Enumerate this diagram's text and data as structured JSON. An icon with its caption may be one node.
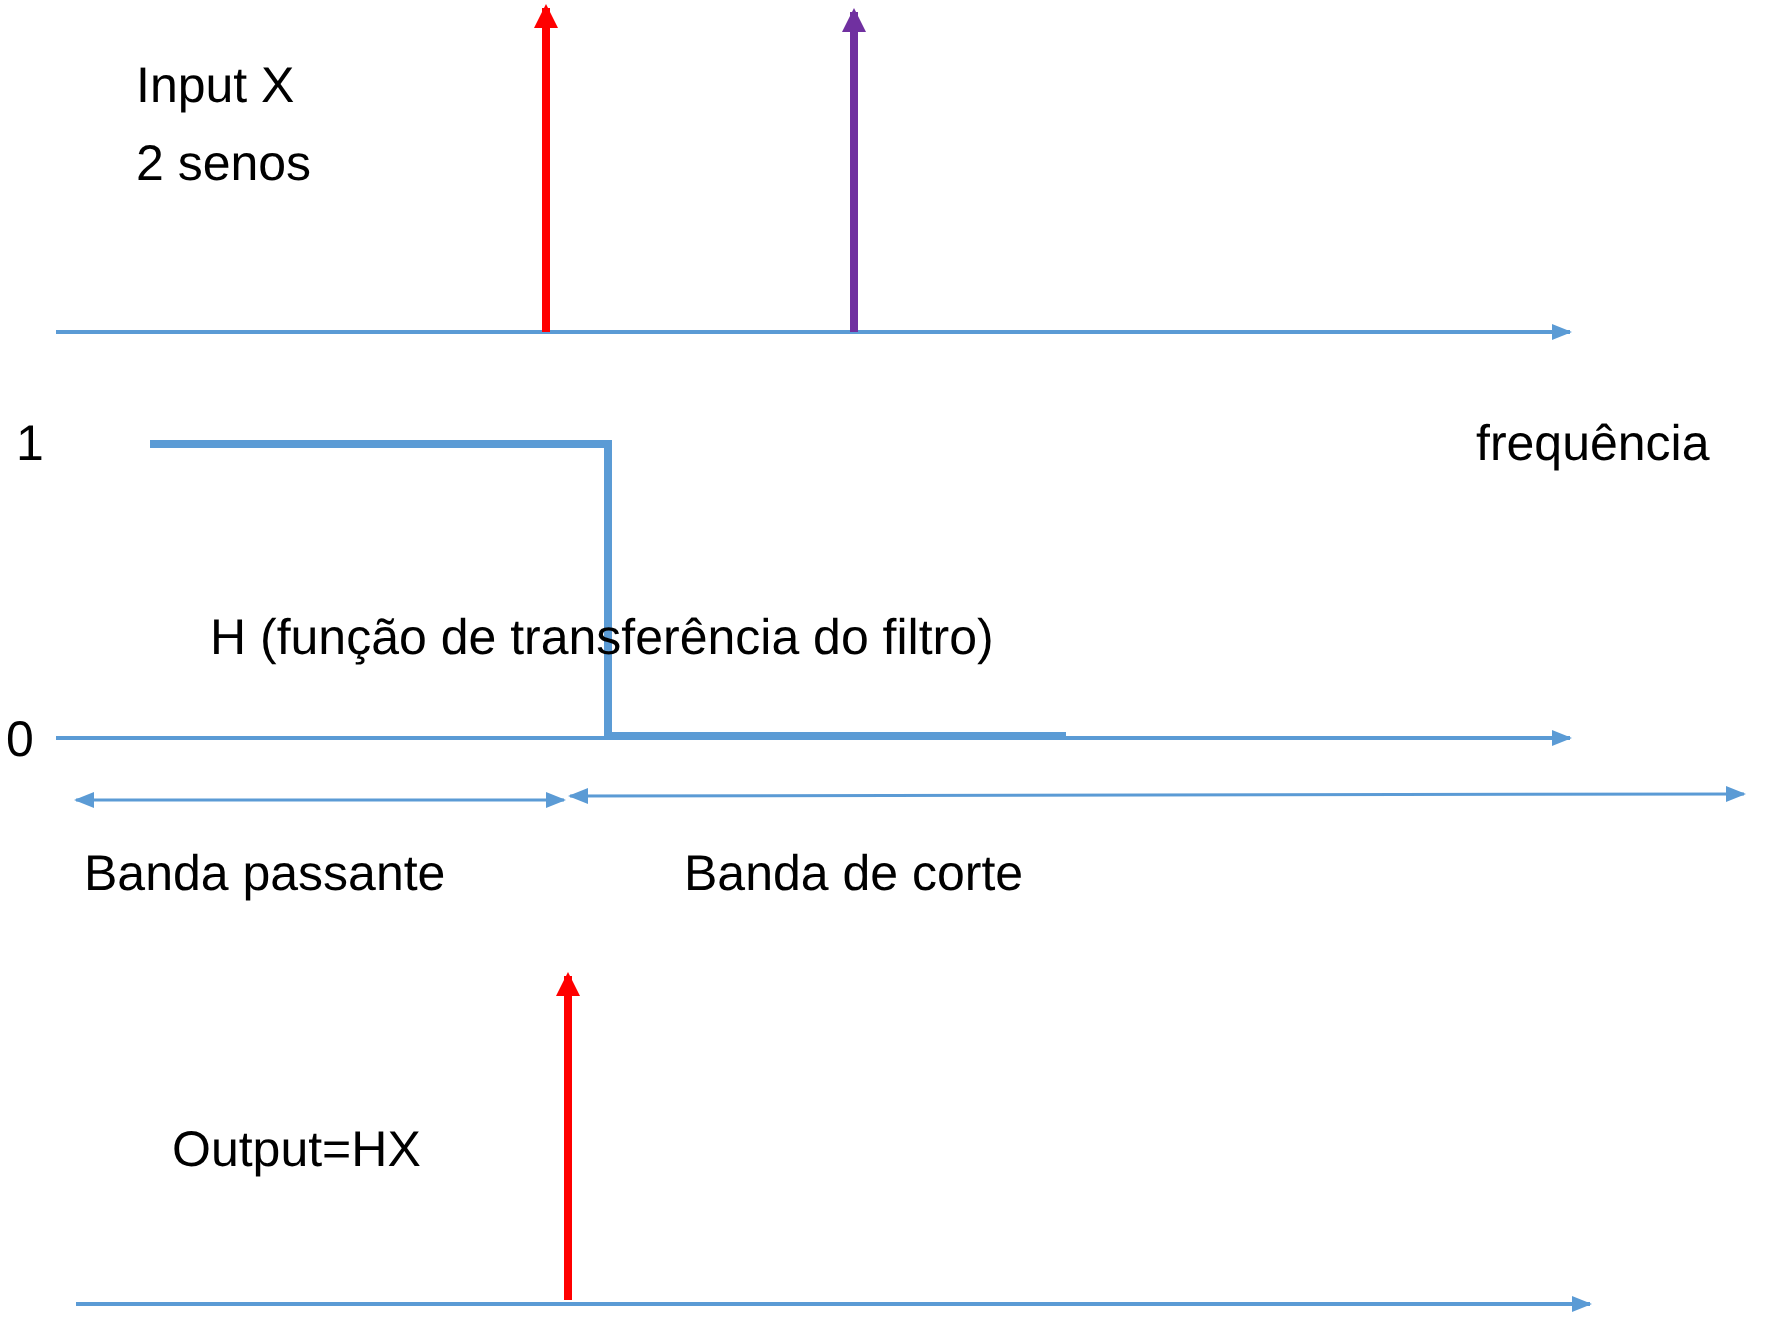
{
  "diagram": {
    "labels": [
      "Input X",
      "2 senos",
      "1",
      "frequência",
      "H (função de transferência do filtro)",
      "0",
      "Banda passante",
      "Banda de corte",
      "Output=HX"
    ]
  }
}
